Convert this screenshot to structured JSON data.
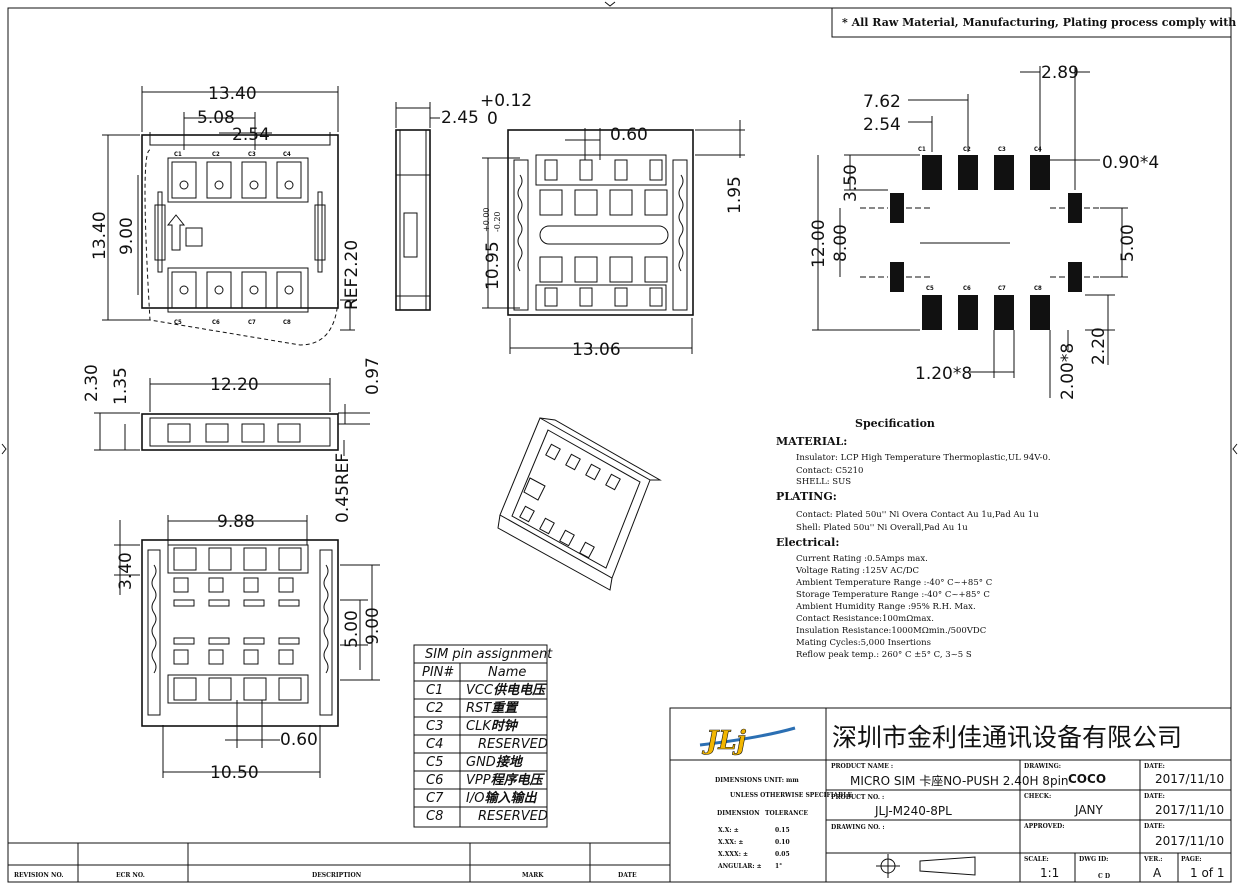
{
  "rohs_note": "* All Raw Material, Manufacturing, Plating process comply with ROHS",
  "dims": {
    "top_width": "13.40",
    "pitch_5_08": "5.08",
    "pitch_2_54": "2.54",
    "height_13_40": "13.40",
    "height_9_00": "9.00",
    "ref_2_20": "REF2.20",
    "side_thick": "2.45",
    "side_tol_plus": "+0.12",
    "side_tol_zero": "0",
    "pin_0_60": "0.60",
    "h_1_95": "1.95",
    "h_10_95": "10.95",
    "h_10_95_tol": "+0.00",
    "h_10_95_tol2": "-0.20",
    "w_13_06": "13.06",
    "front_12_20": "12.20",
    "front_2_30": "2.30",
    "front_1_35": "1.35",
    "front_0_97": "0.97",
    "ref_0_45": "0.45REF",
    "bot_9_88": "9.88",
    "bot_3_40": "3.40",
    "bot_5_00": "5.00",
    "bot_9_00": "9.00",
    "bot_0_60": "0.60",
    "bot_10_50": "10.50",
    "pcb_2_89": "2.89",
    "pcb_7_62": "7.62",
    "pcb_2_54": "2.54",
    "pcb_3_50": "3.50",
    "pcb_0_90x4": "0.90*4",
    "pcb_12_00": "12.00",
    "pcb_8_00": "8.00",
    "pcb_5_00": "5.00",
    "pcb_2_20": "2.20",
    "pcb_1_20x8": "1.20*8",
    "pcb_2_00x8": "2.00*8"
  },
  "contacts_top": [
    "C1",
    "C2",
    "C3",
    "C4"
  ],
  "contacts_bottom": [
    "C5",
    "C6",
    "C7",
    "C8"
  ],
  "spec": {
    "title": "Specification",
    "material_h": "MATERIAL:",
    "m1": "Insulator: LCP High Temperature Thermoplastic,UL 94V-0.",
    "m2": "Contact: C5210",
    "m3": "SHELL: SUS",
    "plating_h": "PLATING:",
    "p1": "Contact: Plated 50u'' Ni Overa  Contact Au 1u,Pad Au 1u",
    "p2": "Shell: Plated 50u'' Ni Overall,Pad Au 1u",
    "elec_h": "Electrical:",
    "e1": "Current Rating :0.5Amps max.",
    "e2": "Voltage Rating :125V AC/DC",
    "e3": "Ambient Temperature Range :-40° C~+85° C",
    "e4": "Storage Temperature Range :-40° C~+85° C",
    "e5": "Ambient Humidity Range :95% R.H. Max.",
    "e6": "Contact Resistance:100mΩmax.",
    "e7": "Insulation Resistance:1000MΩmin./500VDC",
    "e8": "Mating Cycles:5,000 Insertions",
    "e9": "Reflow peak temp.: 260° C ±5° C, 3~5 S"
  },
  "pin_table": {
    "title": "SIM pin assignment",
    "h_pin": "PIN#",
    "h_name": "Name",
    "rows": [
      {
        "pin": "C1",
        "name": "VCC",
        "cn": "供电电压"
      },
      {
        "pin": "C2",
        "name": "RST",
        "cn": "重置"
      },
      {
        "pin": "C3",
        "name": "CLK",
        "cn": "时钟"
      },
      {
        "pin": "C4",
        "name": "RESERVED",
        "cn": ""
      },
      {
        "pin": "C5",
        "name": "GND",
        "cn": "接地"
      },
      {
        "pin": "C6",
        "name": "VPP",
        "cn": "程序电压"
      },
      {
        "pin": "C7",
        "name": "I/O",
        "cn": "输入输出"
      },
      {
        "pin": "C8",
        "name": "RESERVED",
        "cn": ""
      }
    ]
  },
  "title_block": {
    "logo": "JLj",
    "company": "深圳市金利佳通讯设备有限公司",
    "dim_unit": "DIMENSIONS UNIT:  mm",
    "unless": "UNLESS OTHERWISE SPECIFIABLE",
    "dimension": "DIMENSION",
    "tolerance": "TOLERANCE",
    "tol_rows": [
      {
        "k": "X.X: ±",
        "v": "0.15"
      },
      {
        "k": "X.XX: ±",
        "v": "0.10"
      },
      {
        "k": "X.XXX: ±",
        "v": "0.05"
      },
      {
        "k": "ANGULAR: ±",
        "v": "1°"
      }
    ],
    "product_name_label": "PRODUCT NAME :",
    "product_name": "MICRO SIM 卡座NO-PUSH 2.40H 8pin",
    "product_no_label": "PRODUCT NO. :",
    "product_no": "JLJ-M240-8PL",
    "drawing_no_label": "DRAWING NO. :",
    "drawing_label": "DRAWING:",
    "drawing": "COCO",
    "check_label": "CHECK:",
    "check": "JANY",
    "approved_label": "APPROVED:",
    "date_label": "DATE:",
    "date1": "2017/11/10",
    "date2": "2017/11/10",
    "date3": "2017/11/10",
    "scale_label": "SCALE:",
    "scale": "1:1",
    "dwg_id_label": "DWG ID:",
    "dwg_id": "C D",
    "ver_label": "VER.:",
    "ver": "A",
    "page_label": "PAGE:",
    "page": "1 of 1"
  },
  "revision": {
    "rev_no": "REVISION NO.",
    "ecr_no": "ECR NO.",
    "description": "DESCRIPTION",
    "mark": "MARK",
    "date": "DATE"
  }
}
